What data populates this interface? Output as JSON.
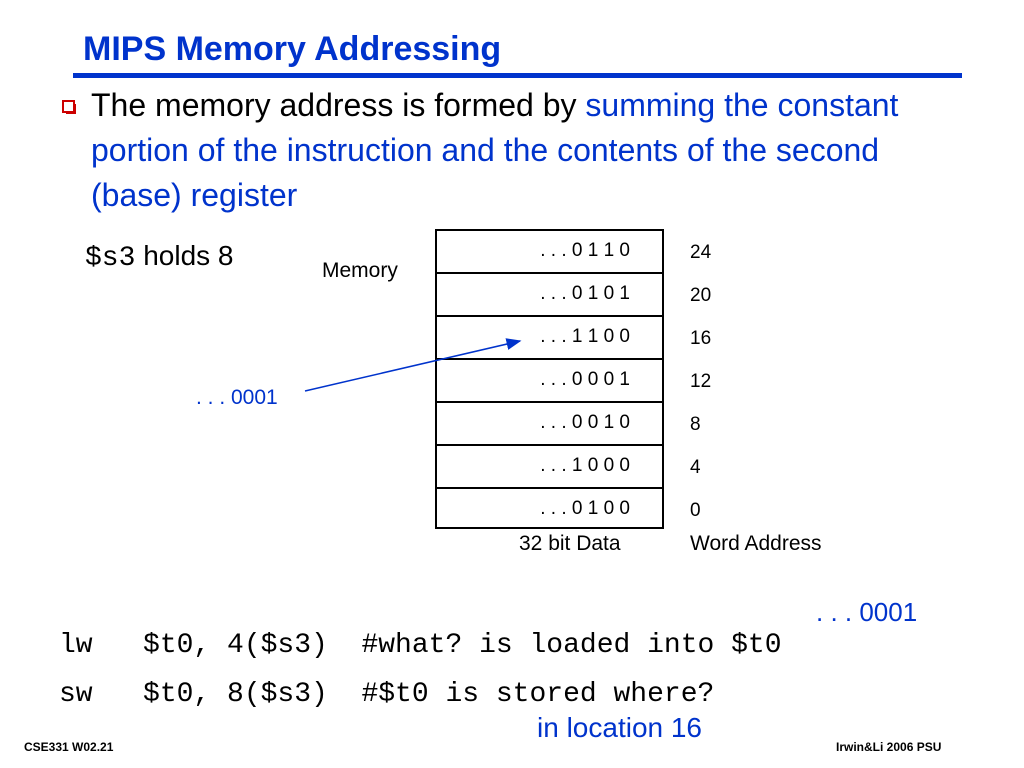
{
  "title": "MIPS Memory Addressing",
  "bullet": {
    "text_plain": "The memory address is formed by ",
    "text_highlight": "summing the constant portion of the instruction and the contents of the second (base) register"
  },
  "register_note": {
    "reg": "$s3",
    "text": " holds 8"
  },
  "memory": {
    "label": "Memory",
    "cells": [
      {
        "data": ". . . 0 1 1 0",
        "address": "24"
      },
      {
        "data": ". . . 0 1 0 1",
        "address": "20"
      },
      {
        "data": ". . . 1 1 0 0",
        "address": "16"
      },
      {
        "data": ". . . 0 0 0 1",
        "address": "12"
      },
      {
        "data": ". . . 0 0 1 0",
        "address": "8"
      },
      {
        "data": ". . . 1 0 0 0",
        "address": "4"
      },
      {
        "data": ". . . 0 1 0 0",
        "address": "0"
      }
    ],
    "data_label": "32 bit Data",
    "address_label": "Word Address"
  },
  "annotations": {
    "left_value": ". . . 0001",
    "right_value": ". . . 0001",
    "location": "in location 16"
  },
  "code": {
    "line1": "lw   $t0, 4($s3)  #what? is loaded into $t0",
    "line2": "sw   $t0, 8($s3)  #$t0 is stored where?"
  },
  "footer": {
    "left": "CSE331  W02.21",
    "right": "Irwin&Li 2006 PSU"
  },
  "colors": {
    "accent": "#0033cc",
    "bullet": "#cc0000"
  }
}
